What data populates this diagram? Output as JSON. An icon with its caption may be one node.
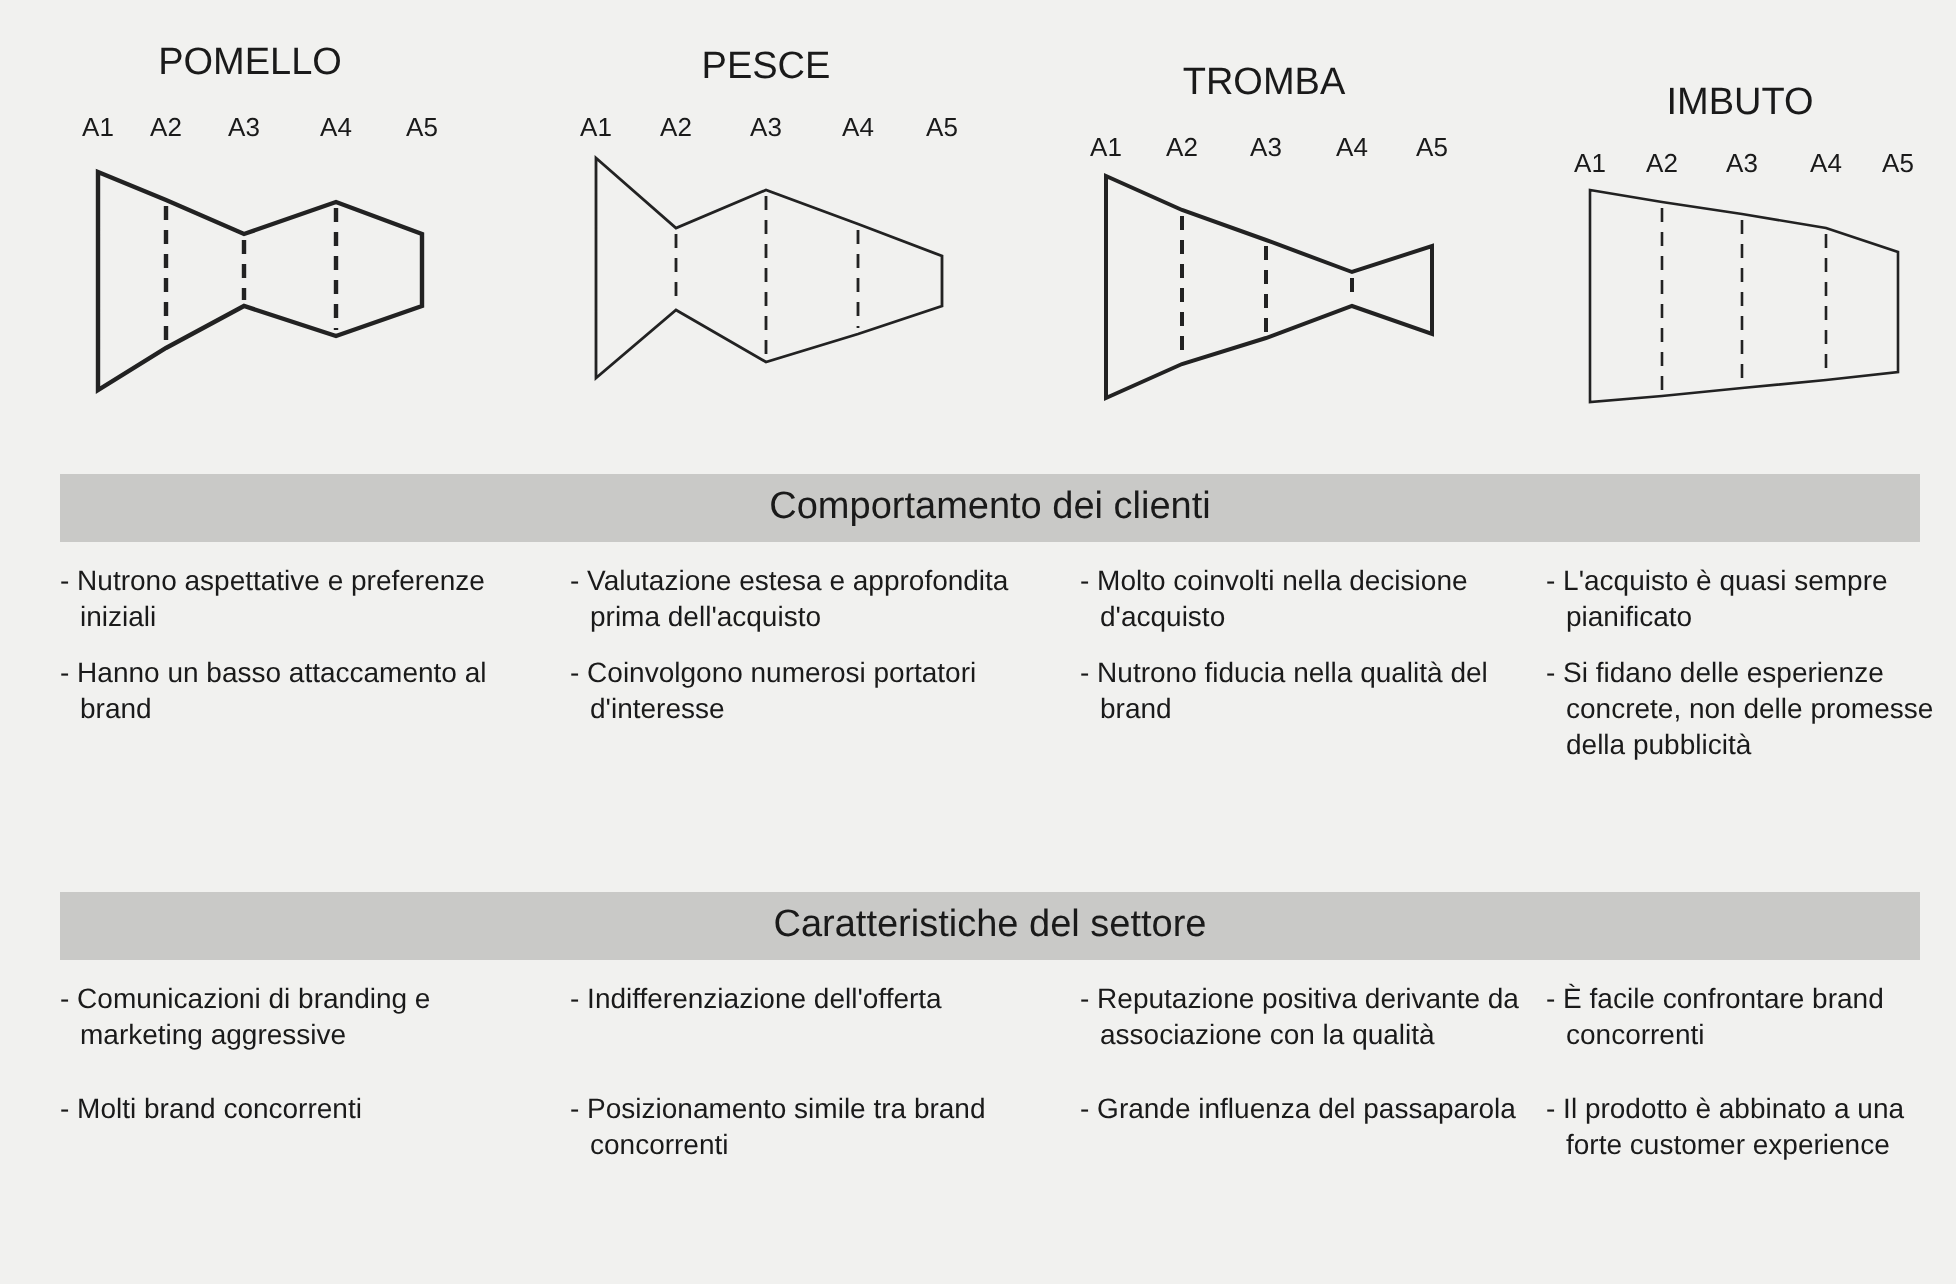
{
  "diagram": {
    "nodes": [
      {
        "text": [
          "POMELLO"
        ]
      },
      {
        "text": [
          "PESCE"
        ]
      },
      {
        "text": [
          "TROMBA"
        ]
      },
      {
        "text": [
          "IMBUTO"
        ]
      },
      {
        "text": [
          "Comportamento dei clienti"
        ]
      },
      {
        "text": [
          "Caratteristiche del settore"
        ]
      }
    ],
    "edges": [],
    "labels": [
      "A1",
      "A2",
      "A3",
      "A4",
      "A5",
      "A1",
      "A2",
      "A3",
      "A4",
      "A5",
      "A1",
      "A2",
      "A3",
      "A4",
      "A5",
      "A1",
      "A2",
      "A3",
      "A4",
      "A5",
      "- Nutrono aspettative e preferenze iniziali",
      "- Valutazione estesa e approfondita prima dell'acquisto",
      "- Molto coinvolti nella decisione d'acquisto",
      "- L'acquisto è quasi sempre pianificato",
      "- Hanno un basso attaccamento al brand",
      "- Coinvolgono numerosi portatori d'interesse",
      "- Nutrono fiducia nella qualità del brand",
      "- Si fidano delle esperienze concrete, non delle promesse della pubblicità",
      "- Comunicazioni di branding e marketing aggressive",
      "- Indifferenziazione dell'offerta",
      "- Reputazione positiva derivante da associazione con la qualità",
      "- È facile confrontare brand concorrenti",
      "- Molti brand concorrenti",
      "- Posizionamento simile tra brand concorrenti",
      "- Grande influenza del passaparola",
      "- Il prodotto è abbinato a una forte customer experience"
    ]
  }
}
